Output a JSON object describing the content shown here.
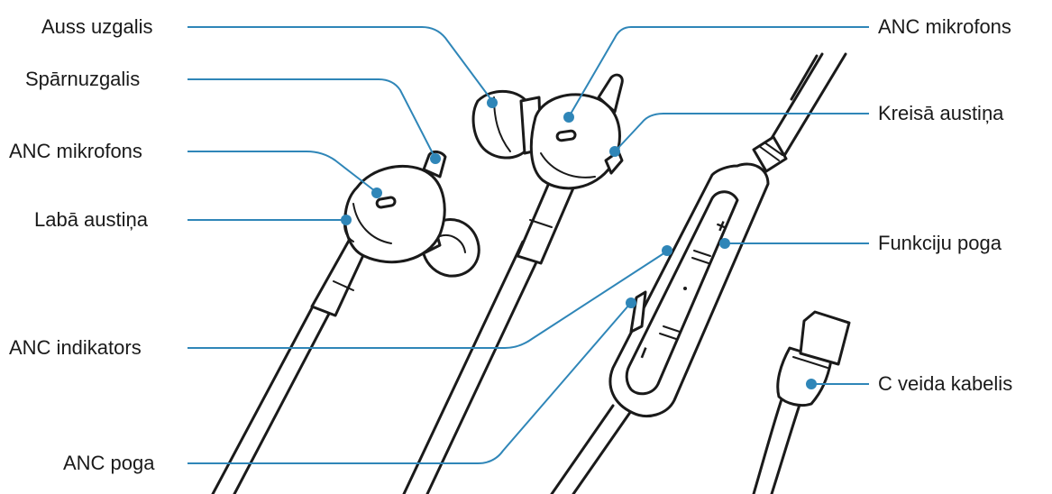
{
  "diagram": {
    "labels": {
      "auss_uzgalis": "Auss uzgalis",
      "sparnuzgalis": "Spārnuzgalis",
      "anc_mikrofons_right": "ANC mikrofons",
      "laba_austina": "Labā austiņa",
      "anc_indikators": "ANC indikators",
      "anc_poga": "ANC poga",
      "anc_mikrofons_left": "ANC mikrofons",
      "kreisa_austina": "Kreisā austiņa",
      "funkciju_poga": "Funkciju poga",
      "c_veida_kabelis": "C veida kabelis"
    },
    "button_symbols": {
      "plus": "+",
      "minus": "−"
    },
    "colors": {
      "leader_line": "#2f86b8",
      "outline": "#1a1a1a",
      "background": "#ffffff"
    }
  }
}
